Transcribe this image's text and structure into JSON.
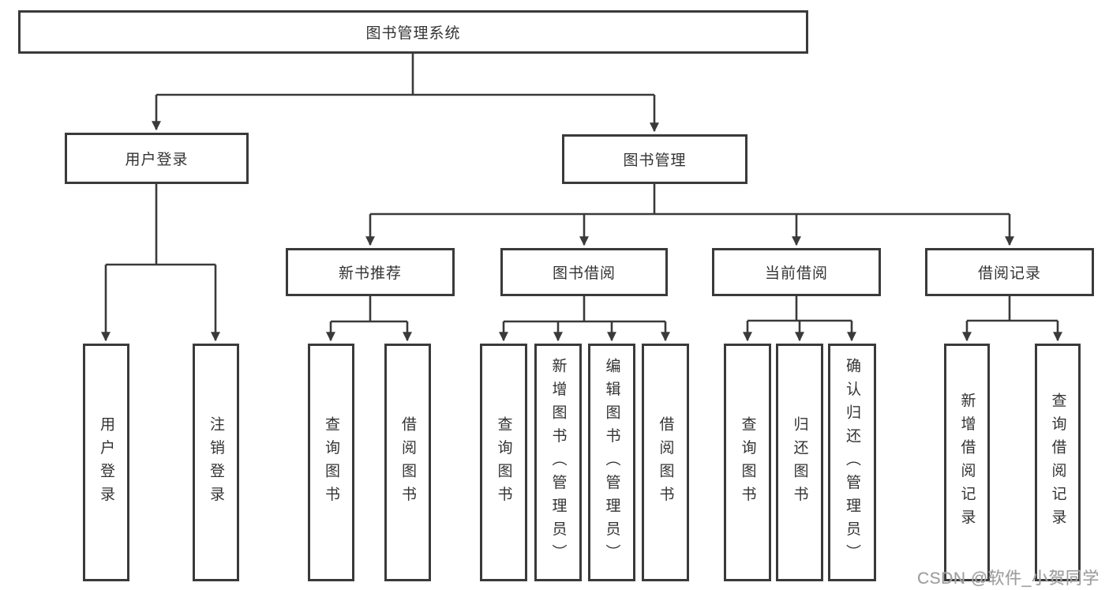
{
  "diagram": {
    "title": "图书管理系统",
    "type": "hierarchy-tree",
    "line_color": "#3a3a3a",
    "box_fill": "#ffffff",
    "text_color": "#333333",
    "watermark": {
      "text": "CSDN @软件_小贺同学",
      "color": "#9e9e9e"
    },
    "nodes": {
      "root": {
        "label": "图书管理系统",
        "level": 1
      },
      "user_login": {
        "label": "用户登录",
        "level": 2,
        "parent": "root"
      },
      "book_mgmt": {
        "label": "图书管理",
        "level": 2,
        "parent": "root"
      },
      "new_book": {
        "label": "新书推荐",
        "level": 3,
        "parent": "book_mgmt"
      },
      "borrow": {
        "label": "图书借阅",
        "level": 3,
        "parent": "book_mgmt"
      },
      "current": {
        "label": "当前借阅",
        "level": 3,
        "parent": "book_mgmt"
      },
      "record": {
        "label": "借阅记录",
        "level": 3,
        "parent": "book_mgmt"
      },
      "ul1": {
        "label": "用户登录",
        "level": 4,
        "parent": "user_login"
      },
      "ul2": {
        "label": "注销登录",
        "level": 4,
        "parent": "user_login"
      },
      "nb1": {
        "label": "查询图书",
        "level": 4,
        "parent": "new_book"
      },
      "nb2": {
        "label": "借阅图书",
        "level": 4,
        "parent": "new_book"
      },
      "bw1": {
        "label": "查询图书",
        "level": 4,
        "parent": "borrow"
      },
      "bw2": {
        "label": "新增图书（管理员）",
        "level": 4,
        "parent": "borrow"
      },
      "bw3": {
        "label": "编辑图书（管理员）",
        "level": 4,
        "parent": "borrow"
      },
      "bw4": {
        "label": "借阅图书",
        "level": 4,
        "parent": "borrow"
      },
      "cb1": {
        "label": "查询图书",
        "level": 4,
        "parent": "current"
      },
      "cb2": {
        "label": "归还图书",
        "level": 4,
        "parent": "current"
      },
      "cb3": {
        "label": "确认归还（管理员）",
        "level": 4,
        "parent": "current"
      },
      "rc1": {
        "label": "新增借阅记录",
        "level": 4,
        "parent": "record"
      },
      "rc2": {
        "label": "查询借阅记录",
        "level": 4,
        "parent": "record"
      }
    }
  }
}
